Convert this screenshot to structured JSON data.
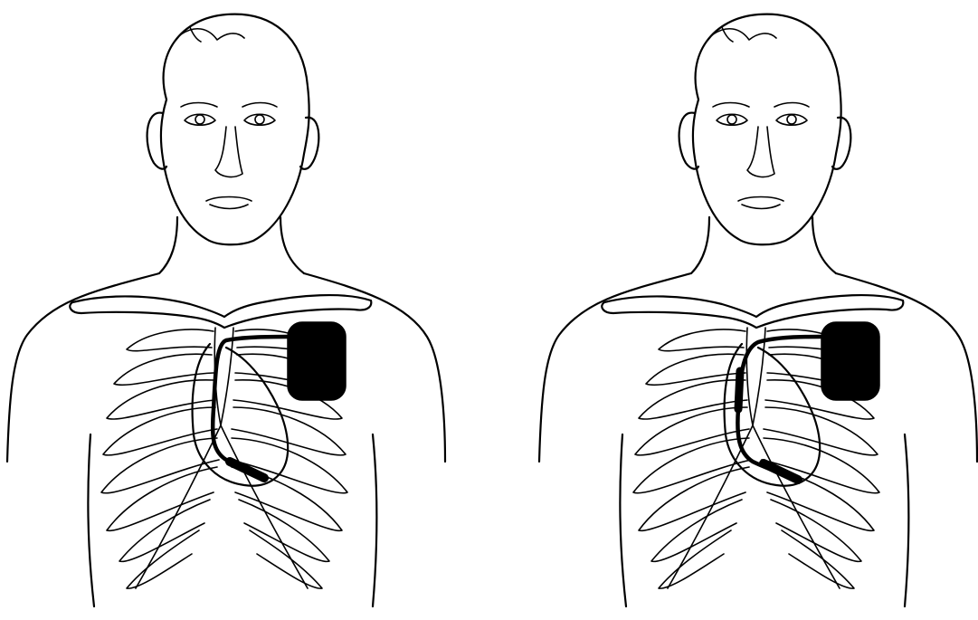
{
  "figure": {
    "panels": [
      {
        "id": "left",
        "device": "pacemaker-generator",
        "lead_segments": 1
      },
      {
        "id": "right",
        "device": "pacemaker-generator",
        "lead_segments": 2
      }
    ],
    "colors": {
      "ink": "#000000",
      "paper": "#ffffff"
    }
  }
}
